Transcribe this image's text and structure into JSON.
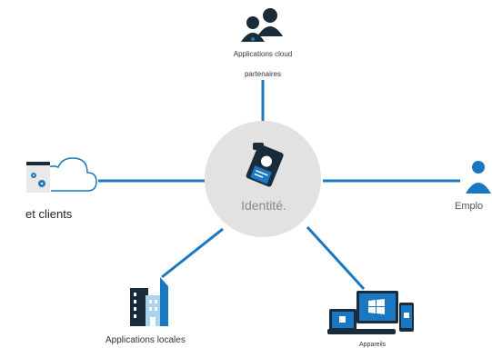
{
  "center": {
    "label": "Identité."
  },
  "nodes": {
    "top": {
      "label_line1": "Applications cloud",
      "label_line2": "partenaires"
    },
    "left": {
      "label": "et clients"
    },
    "right": {
      "label": "Emplo"
    },
    "bottom_left": {
      "label": "Applications locales"
    },
    "bottom_right": {
      "label": "Appareils"
    }
  },
  "colors": {
    "accent": "#1a78c2",
    "hub": "#e2e2e2",
    "dark": "#1a2b3a"
  },
  "icons": {
    "top": "people-icon",
    "left": "cloud-settings-icon",
    "center": "id-badge-icon",
    "right": "person-icon",
    "bottom_left": "buildings-icon",
    "bottom_right": "windows-devices-icon"
  }
}
